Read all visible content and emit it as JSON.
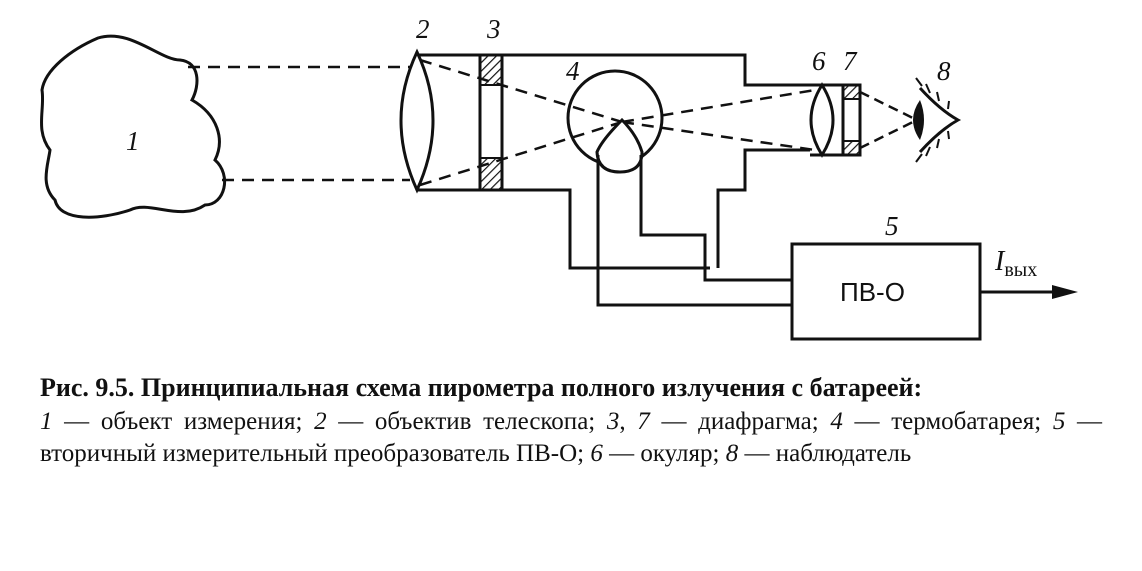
{
  "diagram": {
    "labels": {
      "object": "1",
      "objective": "2",
      "diaphragm_front": "3",
      "thermopile": "4",
      "converter": "5",
      "eyepiece": "6",
      "diaphragm_rear": "7",
      "observer": "8"
    },
    "converter_box_text": "ПВ-О",
    "output_symbol": "I",
    "output_subscript": "вых"
  },
  "caption": {
    "title": "Рис. 9.5. Принципиальная схема пирометра полного излучения с батареей:",
    "legend": [
      {
        "num": "1",
        "text": " — объект измерения; "
      },
      {
        "num": "2",
        "text": " — объектив телескопа; "
      },
      {
        "num": "3",
        "text": ", "
      },
      {
        "num": "7",
        "text": " — диафрагма; "
      },
      {
        "num": "4",
        "text": " — термобатарея; "
      },
      {
        "num": "5",
        "text": " — вторичный измерительный преобразователь ПВ-О; "
      },
      {
        "num": "6",
        "text": " — окуляр; "
      },
      {
        "num": "8",
        "text": " — наблюдатель"
      }
    ]
  }
}
